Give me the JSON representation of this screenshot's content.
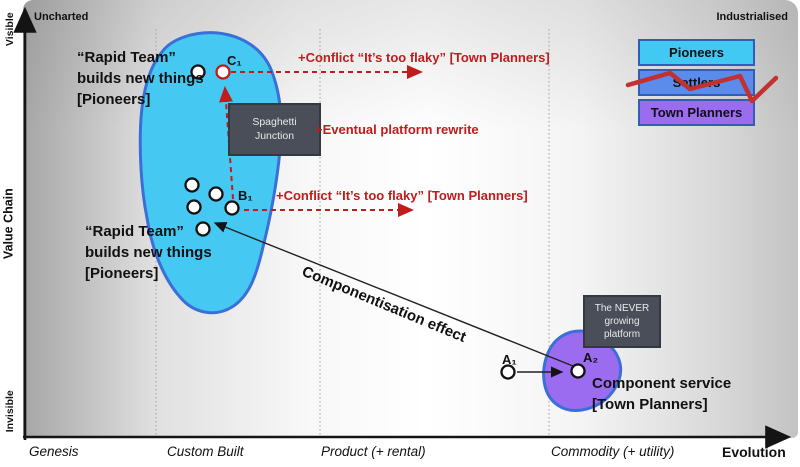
{
  "header": {
    "top_left": "Uncharted",
    "top_right": "Industrialised"
  },
  "axes": {
    "y_label": "Value Chain",
    "y_top": "Visible",
    "y_bottom": "Invisible",
    "x_label": "Evolution",
    "stages": [
      "Genesis",
      "Custom Built",
      "Product (+ rental)",
      "Commodity (+ utility)"
    ]
  },
  "legend": {
    "items": [
      {
        "label": "Pioneers",
        "color": "#41c9f3",
        "crossed_out": false
      },
      {
        "label": "Settlers",
        "color": "#5b8cec",
        "crossed_out": true
      },
      {
        "label": "Town Planners",
        "color": "#9b6bf0",
        "crossed_out": false
      }
    ],
    "strike_color": "#c23030",
    "border_color": "#2f5fb4"
  },
  "groups": {
    "pioneers_blob_color": "#45c8f2",
    "town_planners_blob_color": "#9b6bf0",
    "blob_border_color": "#3b6fd8"
  },
  "labels": {
    "rapid_team_top": "“Rapid Team”\nbuilds new things\n[Pioneers]",
    "rapid_team_bottom": "“Rapid Team”\nbuilds new things\n[Pioneers]",
    "component_service": "Component service\n[Town Planners]",
    "componentisation": "Componentisation effect"
  },
  "boxes": {
    "spaghetti_junction": "Spaghetti\nJunction",
    "never_growing": "The NEVER\ngrowing\nplatform"
  },
  "annotations": {
    "conflict_top": "+Conflict “It’s too flaky” [Town Planners]",
    "eventual_rewrite": "+Eventual platform rewrite",
    "conflict_bottom": "+Conflict “It’s too flaky” [Town Planners]",
    "color": "#bf1c1c"
  },
  "nodes": {
    "C1": "C₁",
    "B1": "B₁",
    "A1": "A₁",
    "A2": "A₂"
  }
}
